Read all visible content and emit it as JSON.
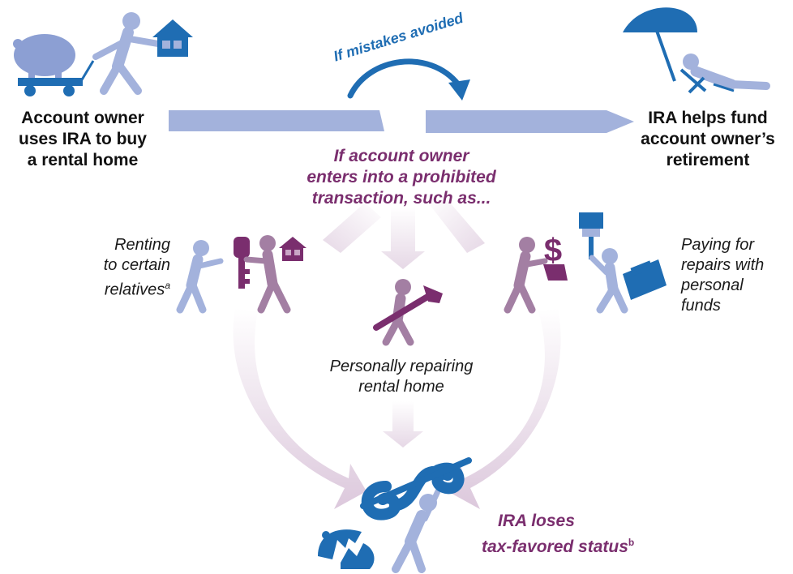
{
  "left_node": {
    "lines": [
      "Account owner",
      "uses IRA to buy",
      "a rental home"
    ]
  },
  "right_node": {
    "lines": [
      "IRA helps fund",
      "account owner’s",
      "retirement"
    ]
  },
  "success_path": {
    "label": "If mistakes avoided"
  },
  "prohibited_intro": {
    "lines": [
      "If account owner",
      "enters into a prohibited",
      "transaction, such as..."
    ]
  },
  "example_relatives": {
    "lines": [
      "Renting",
      "to certain",
      "relatives"
    ],
    "footnote": "a"
  },
  "example_personal_funds": {
    "lines": [
      "Paying for",
      "repairs with",
      "personal",
      "funds"
    ]
  },
  "example_repairing": {
    "lines": [
      "Personally repairing",
      "rental home"
    ]
  },
  "outcome": {
    "lines": [
      "IRA loses",
      "tax-favored status"
    ],
    "footnote": "b"
  },
  "colors": {
    "light_blue": "#a3b2dc",
    "mid_blue": "#8c9fd3",
    "dark_blue": "#1f6db3",
    "purple": "#7a2e6e",
    "mauve": "#a37fa3",
    "pale_mauve": "#eee6ee"
  },
  "icons": [
    "piggy-bank-in-wagon-icon",
    "person-pulling-icon",
    "house-icon",
    "beach-umbrella-icon",
    "lounging-person-icon",
    "key-icon",
    "dollar-sign-icon",
    "paint-brush-icon",
    "toolbox-icon",
    "hammer-icon",
    "broken-piggy-bank-icon",
    "tax-status-icon"
  ]
}
